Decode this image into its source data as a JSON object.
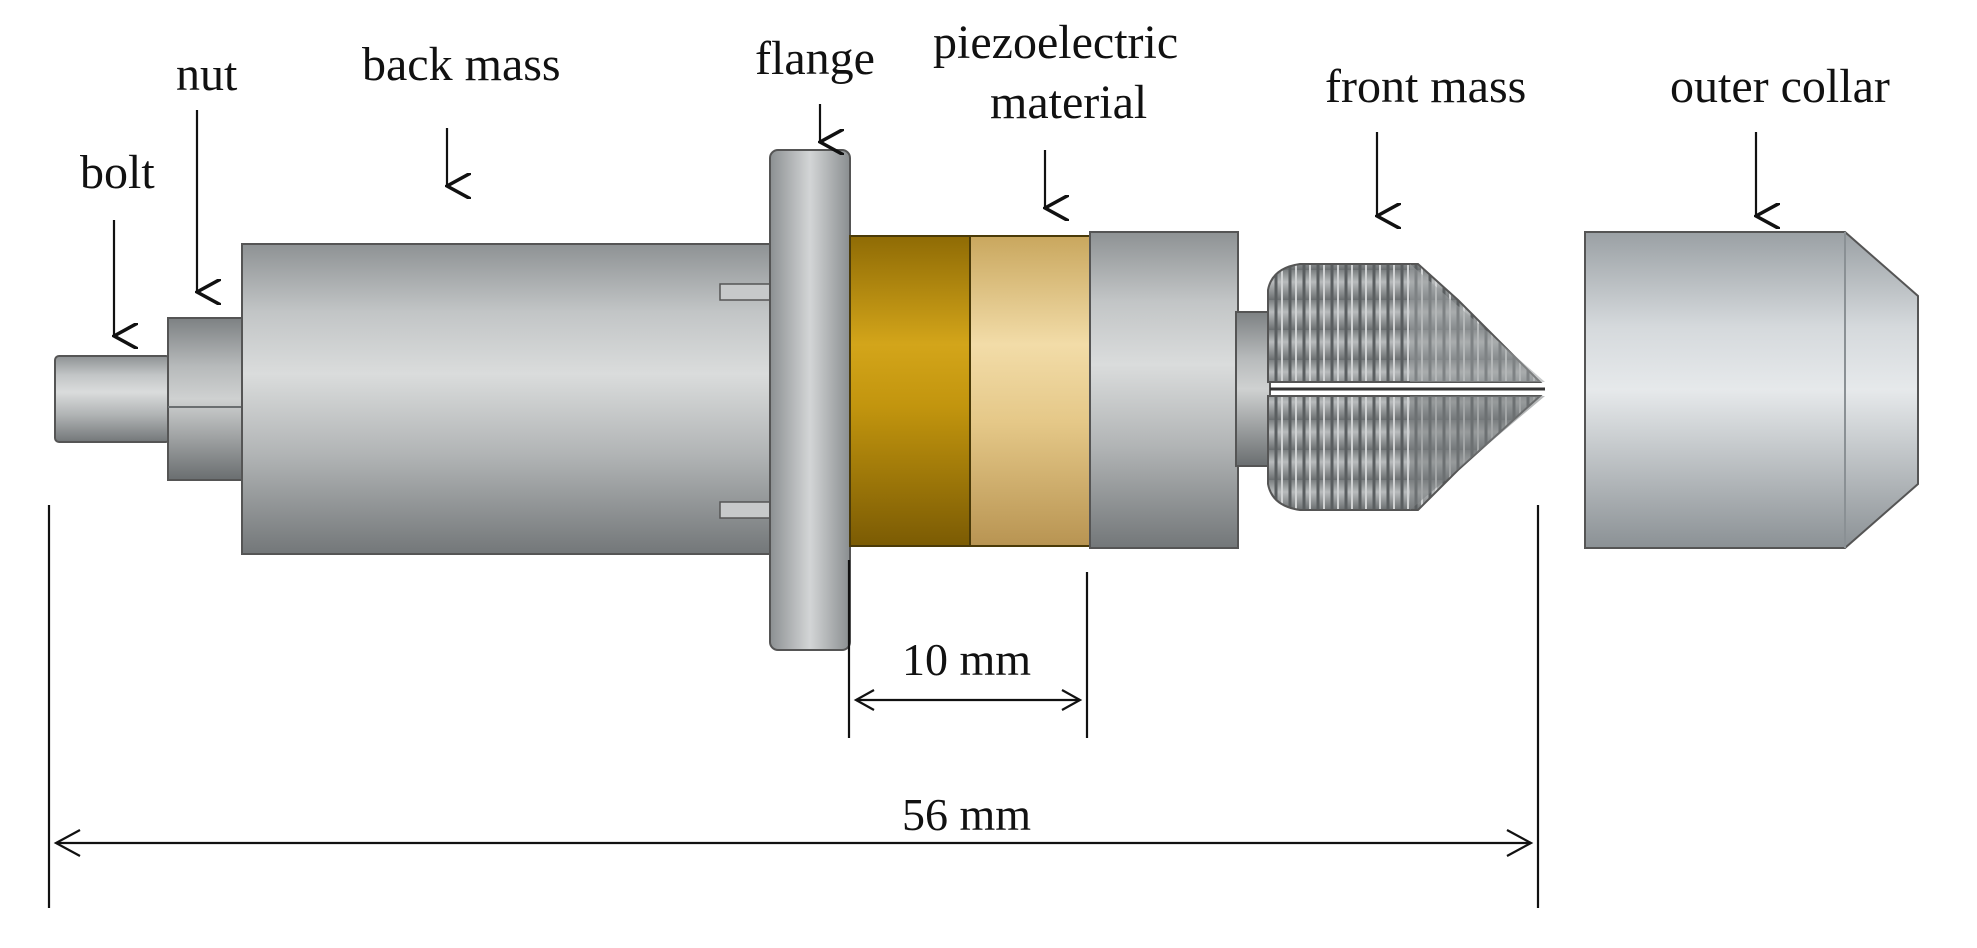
{
  "labels": {
    "bolt": "bolt",
    "nut": "nut",
    "back_mass": "back mass",
    "flange": "flange",
    "piezo_line1": "piezoelectric",
    "piezo_line2": "material",
    "front_mass": "front mass",
    "outer_collar": "outer collar"
  },
  "dimensions": {
    "piezo_length": "10 mm",
    "total_length": "56 mm"
  },
  "colors": {
    "metal_light": "#d9dcdd",
    "metal_mid": "#a9adaf",
    "metal_dark": "#6f7375",
    "piezo_dark": "#a87f07",
    "piezo_light": "#e6c98a",
    "collar_light": "#e3e7ea",
    "collar_dark": "#8a9094"
  }
}
